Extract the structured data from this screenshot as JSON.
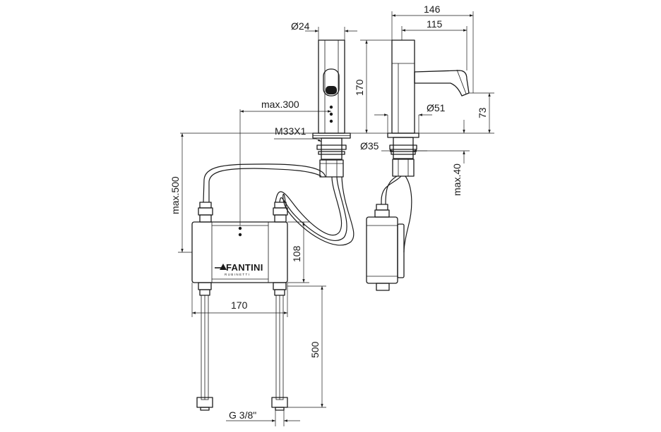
{
  "dimensions": {
    "spout_diameter": "Ø24",
    "overall_projection": "146",
    "spout_projection": "115",
    "tap_height": "170",
    "max_cable_length": "max.300",
    "base_diameter": "Ø51",
    "spout_outlet_height": "73",
    "thread": "M33X1",
    "shank_diameter": "Ø35",
    "max_deck_thickness": "max.40",
    "max_box_depth": "max.500",
    "box_height": "108",
    "box_width": "170",
    "hose_length": "500",
    "inlet_connection": "G 3/8\""
  },
  "brand": {
    "name": "FANTINI",
    "tagline": "RUBINETTI"
  }
}
